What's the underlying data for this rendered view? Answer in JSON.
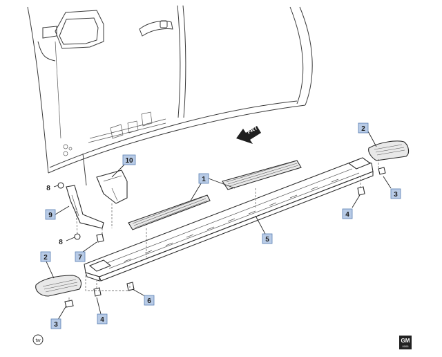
{
  "direction_label": "FRT",
  "callouts": {
    "c1": "1",
    "c2_right": "2",
    "c2_left": "2",
    "c3_right": "3",
    "c3_left": "3",
    "c4_right": "4",
    "c4_left": "4",
    "c5": "5",
    "c6": "6",
    "c7": "7",
    "c8_top": "8",
    "c8_bottom": "8",
    "c9": "9",
    "c10": "10"
  },
  "footer": {
    "tw_mark": "tw",
    "gm_logo_top": "GM",
    "gm_logo_bottom": "0005"
  }
}
